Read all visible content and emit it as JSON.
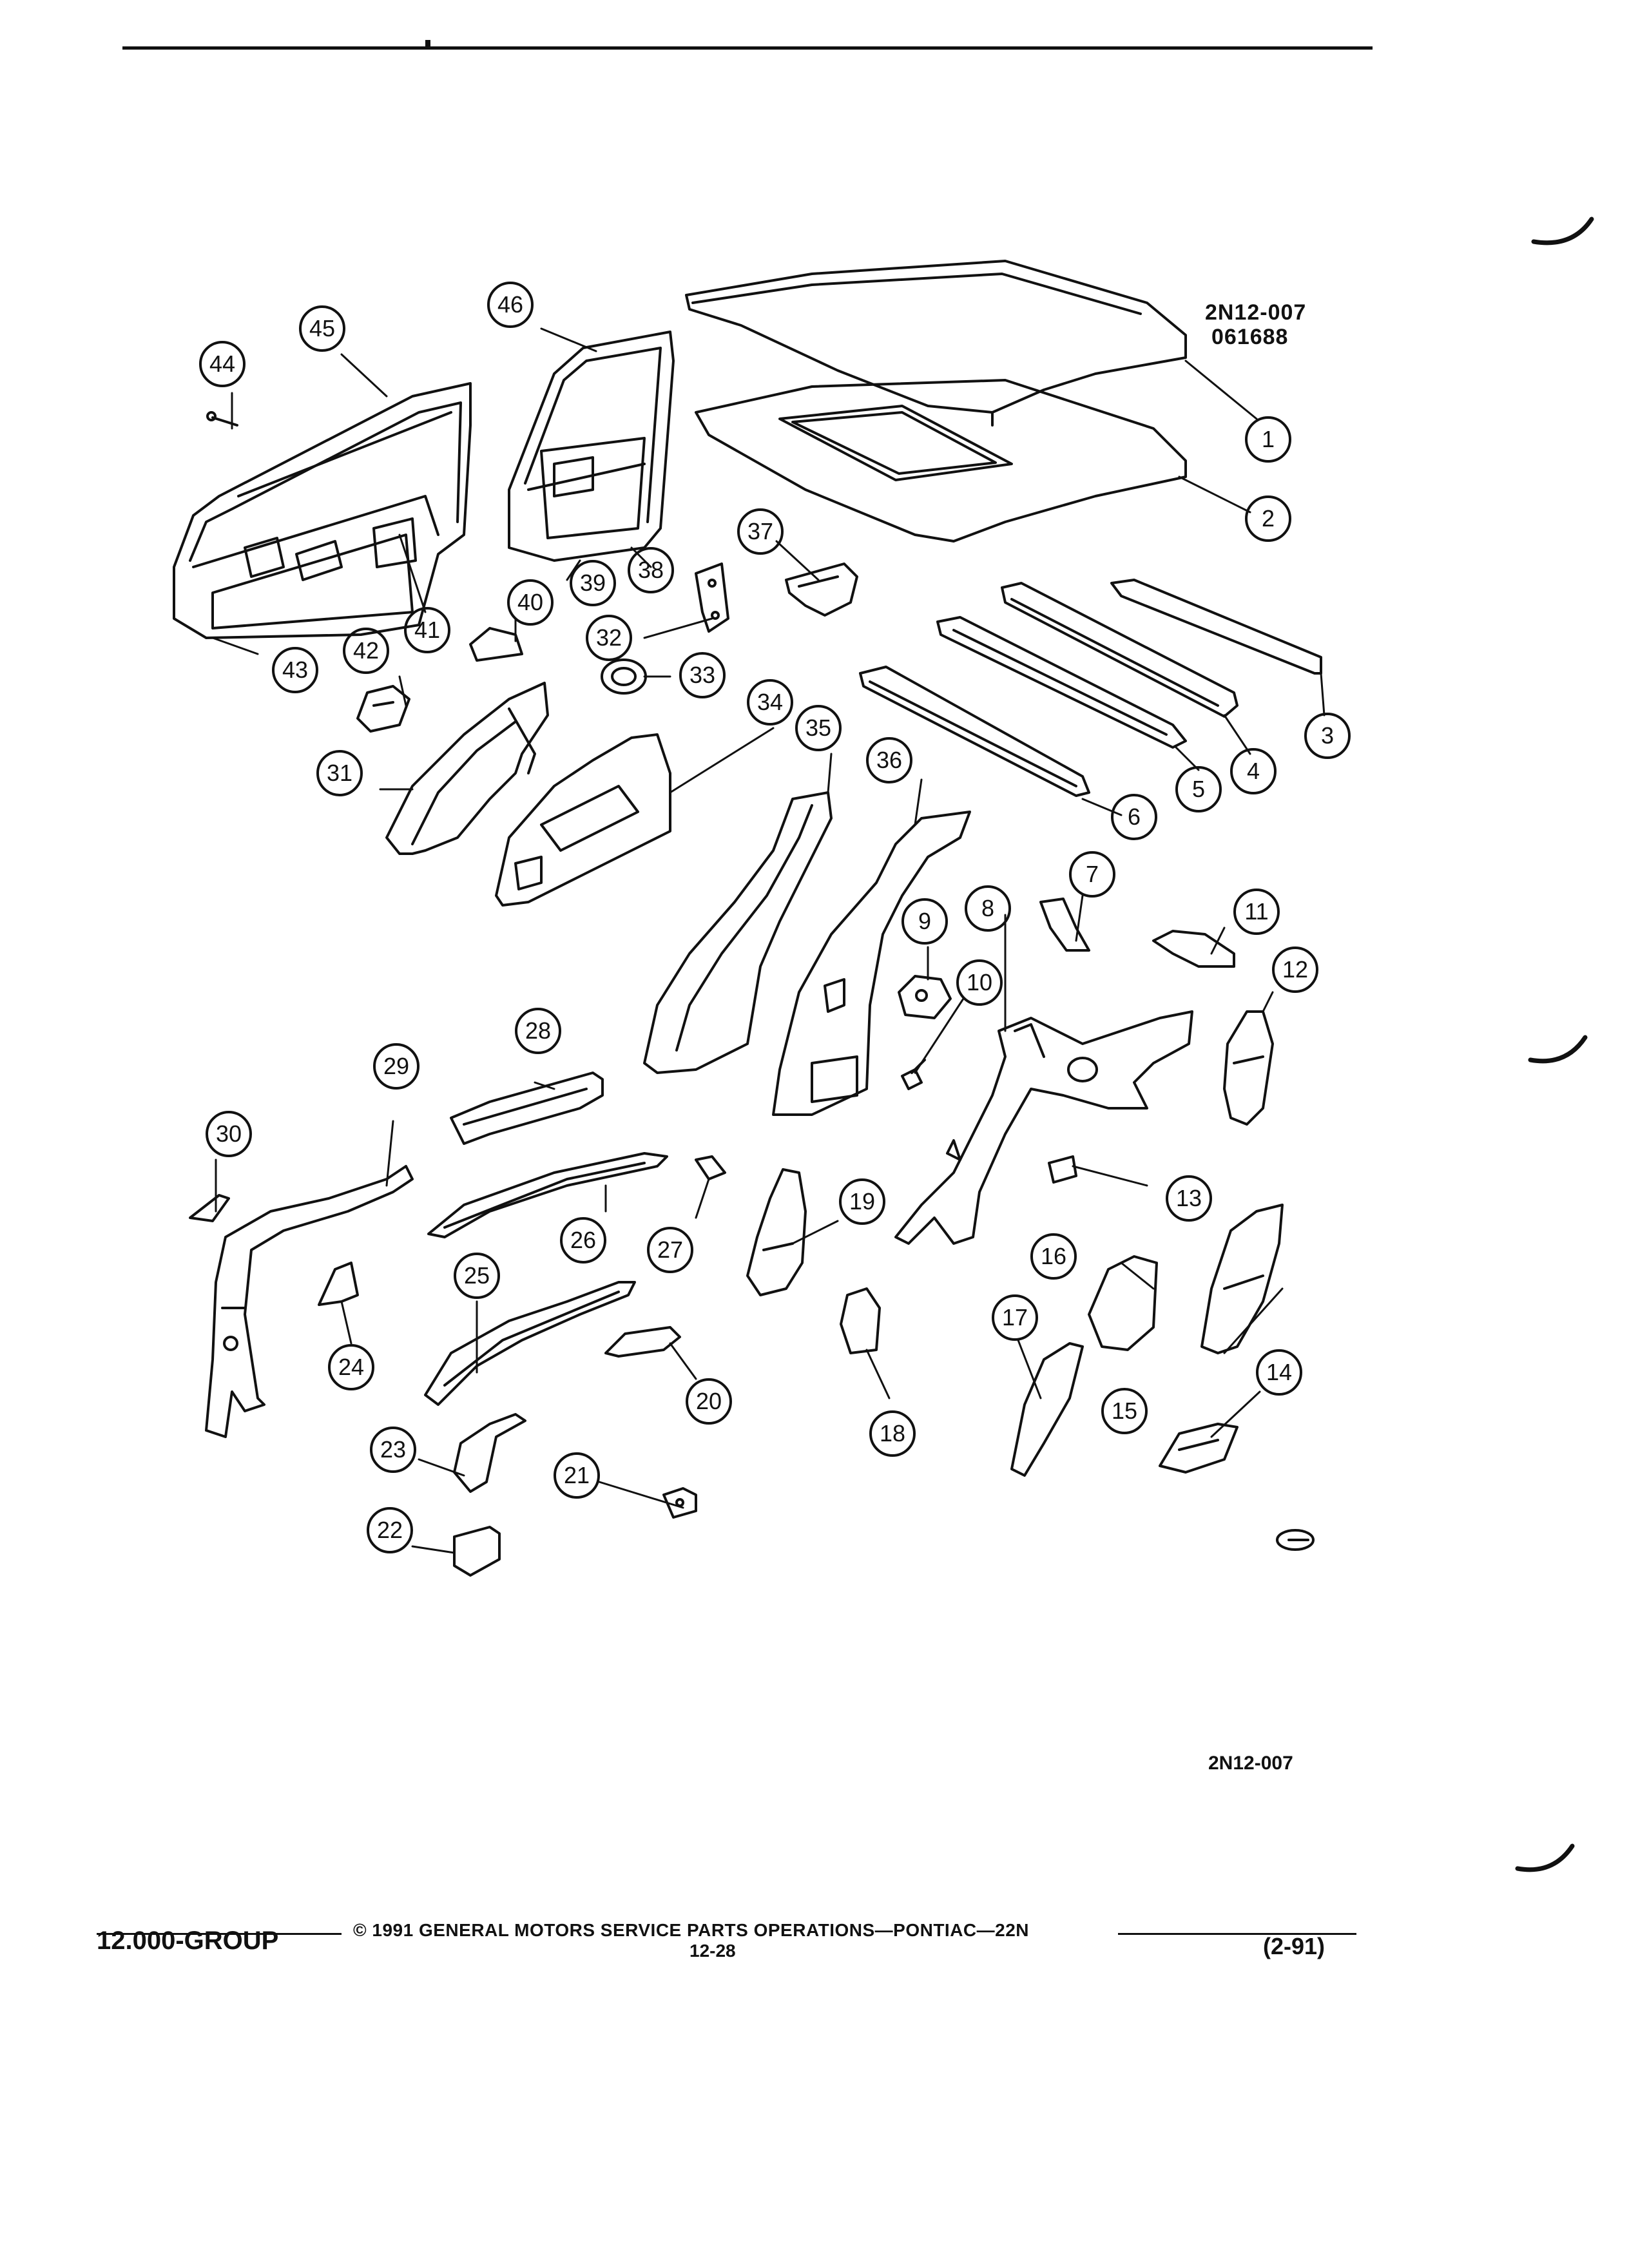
{
  "diagram": {
    "reference_code": "2N12-007",
    "reference_date": "061688",
    "bottom_code": "2N12-007",
    "callouts": [
      "1",
      "2",
      "3",
      "4",
      "5",
      "6",
      "7",
      "8",
      "9",
      "10",
      "11",
      "12",
      "13",
      "14",
      "15",
      "16",
      "17",
      "18",
      "19",
      "20",
      "21",
      "22",
      "23",
      "24",
      "25",
      "26",
      "27",
      "28",
      "29",
      "30",
      "31",
      "32",
      "33",
      "34",
      "35",
      "36",
      "37",
      "38",
      "39",
      "40",
      "41",
      "42",
      "43",
      "44",
      "45",
      "46"
    ]
  },
  "footer": {
    "group": "12.000-GROUP",
    "copyright": "© 1991 GENERAL MOTORS SERVICE PARTS OPERATIONS—PONTIAC—22N",
    "page_number": "12-28",
    "revision": "(2-91)"
  }
}
